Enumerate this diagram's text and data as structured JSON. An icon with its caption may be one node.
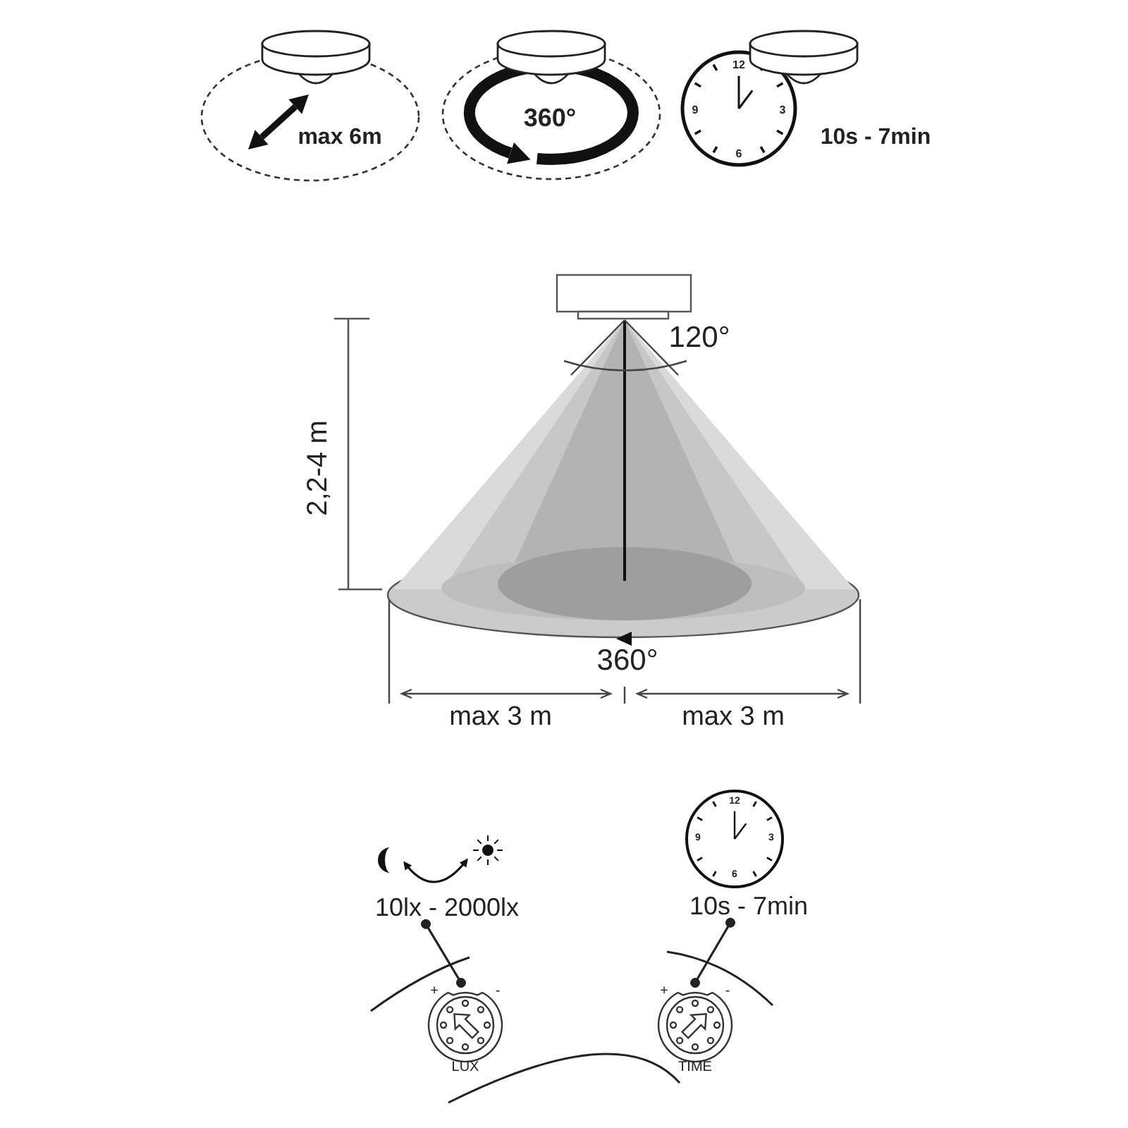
{
  "diagram": {
    "nodes": [
      {
        "text": [
          "10lx - 2000lx"
        ]
      },
      {
        "text": [
          "10s - 7min"
        ]
      },
      {
        "text": [
          "LUX"
        ],
        "beside": [
          "+",
          "-"
        ]
      },
      {
        "text": [
          "TIME"
        ],
        "beside": [
          "+",
          "-"
        ]
      }
    ],
    "edges": [
      {
        "from": 0,
        "to": 2,
        "arrow": "other"
      },
      {
        "from": 1,
        "to": 3,
        "arrow": "other"
      }
    ],
    "labels": [
      "max 6m",
      "360°",
      "12",
      "9",
      "3",
      "6",
      "10s - 7min",
      "120°",
      "2,2-4 m",
      "360°",
      "max 3 m",
      "max 3 m",
      "12",
      "9",
      "3",
      "6"
    ]
  }
}
